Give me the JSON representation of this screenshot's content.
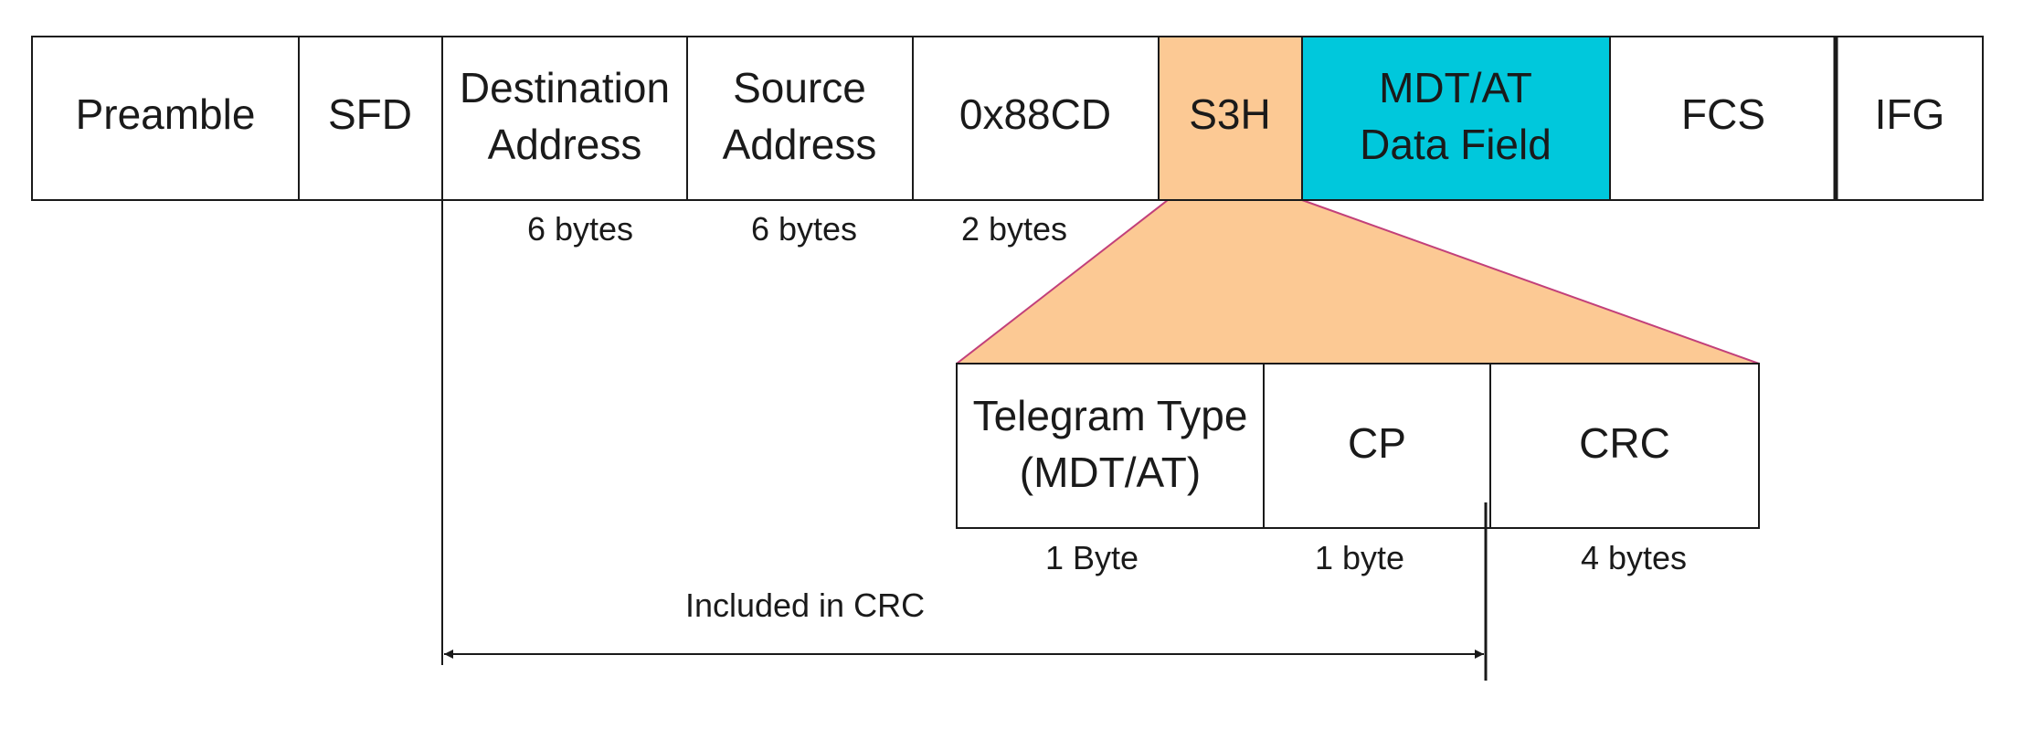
{
  "frame_fields": [
    {
      "lines": [
        "Preamble"
      ],
      "fill": "#ffffff"
    },
    {
      "lines": [
        "SFD"
      ],
      "fill": "#ffffff"
    },
    {
      "lines": [
        "Destination",
        "Address"
      ],
      "fill": "#ffffff"
    },
    {
      "lines": [
        "Source",
        "Address"
      ],
      "fill": "#ffffff"
    },
    {
      "lines": [
        "0x88CD"
      ],
      "fill": "#ffffff"
    },
    {
      "lines": [
        "S3H"
      ],
      "fill": "#fcc994"
    },
    {
      "lines": [
        "MDT/AT",
        "Data Field"
      ],
      "fill": "#00c8dc"
    },
    {
      "lines": [
        "FCS"
      ],
      "fill": "#ffffff"
    },
    {
      "lines": [
        "IFG"
      ],
      "fill": "#ffffff"
    }
  ],
  "frame_sizes": [
    "6 bytes",
    "6 bytes",
    "2 bytes"
  ],
  "s3h_fields": [
    {
      "lines": [
        "Telegram Type",
        "(MDT/AT)"
      ]
    },
    {
      "lines": [
        "CP"
      ]
    },
    {
      "lines": [
        "CRC"
      ]
    }
  ],
  "s3h_sizes": [
    "1 Byte",
    "1 byte",
    "4 bytes"
  ],
  "crc_range_label": "Included in CRC",
  "colors": {
    "s3h": "#fcc994",
    "data_field": "#00c8dc",
    "expansion_fill": "#fcc994",
    "expansion_edge": "#c2407a",
    "stroke": "#1a1a1a"
  }
}
